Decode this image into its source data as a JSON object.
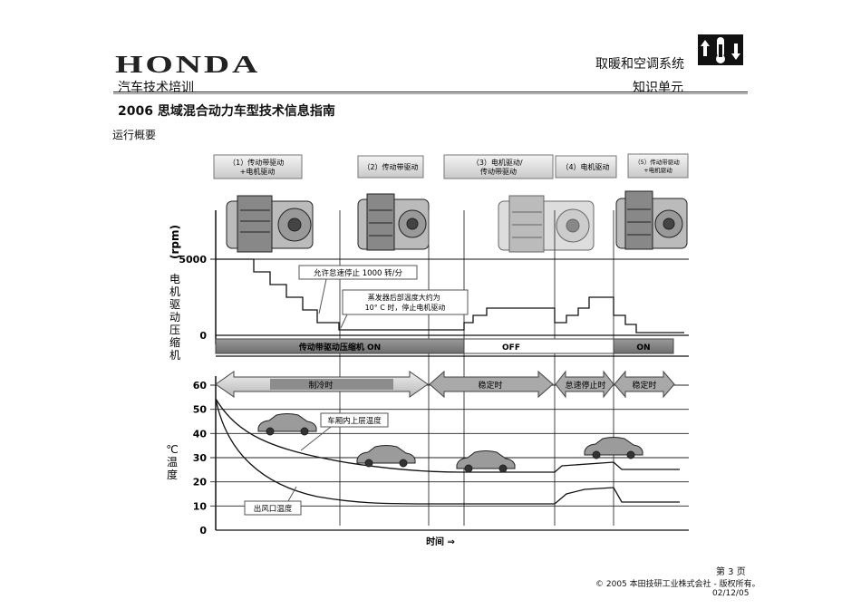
{
  "header": {
    "logo_text": "HONDA",
    "subtitle": "汽车技术培训",
    "system_title": "取暖和空调系统",
    "unit_label": "知识单元",
    "icon": "thermometer-arrows-icon"
  },
  "document": {
    "title": "2006 思域混合动力车型技术信息指南",
    "section": "运行概要"
  },
  "chart_data": {
    "type": "line",
    "phases": [
      {
        "label": "（1）传动带驱动\n+电机驱动"
      },
      {
        "label": "（2）传动带驱动"
      },
      {
        "label": "（3）电机驱动/\n传动带驱动"
      },
      {
        "label": "（4）电机驱动"
      },
      {
        "label": "（5）传动带驱动\n+电机驱动"
      }
    ],
    "top_chart": {
      "ylabel_unit": "(rpm)",
      "ylabel": "电机驱动压缩机",
      "ticks": [
        0,
        5000
      ],
      "annotations": [
        "允许怠速停止 1000 转/分",
        "蒸发器后部温度大约为\n10° C 时，停止电机驱动"
      ],
      "compressor_states": [
        "传动带驱动压缩机 ON",
        "OFF",
        "ON"
      ]
    },
    "bottom_chart": {
      "ylabel_unit": "℃",
      "ylabel": "温度",
      "ylim": [
        0,
        60
      ],
      "ticks": [
        0,
        10,
        20,
        30,
        40,
        50,
        60
      ],
      "modes": [
        "制冷时",
        "稳定时",
        "怠速停止时",
        "稳定时"
      ],
      "series": [
        {
          "name": "车厢内上层温度"
        },
        {
          "name": "出风口温度"
        }
      ]
    },
    "xlabel": "时间 ⇒"
  },
  "footer": {
    "page": "第 3 页",
    "copyright": "© 2005 本田技研工业株式会社 - 版权所有。",
    "date": "02/12/05"
  }
}
